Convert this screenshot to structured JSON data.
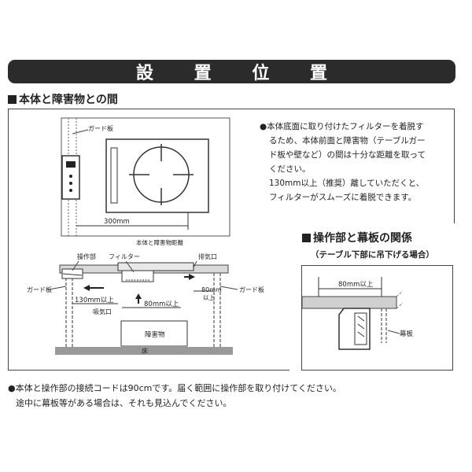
{
  "title": "設 置 位 置",
  "section_main": {
    "heading": "本体と障害物との間"
  },
  "top_diagram": {
    "guard_label": "ガード板",
    "dimension_label": "300mm",
    "caption": "本体と障害物距離"
  },
  "note": {
    "bullet": "●",
    "lines": [
      "本体底面に取り付けたフィルターを着脱す",
      "るため、本体前面と障害物（テーブルガー",
      "ド板や壁など）の間は十分な距離を取って",
      "ください。",
      "130mm以上（推奨）離していただくと、",
      "フィルターがスムーズに着脱できます。"
    ]
  },
  "side_diagram": {
    "control_label": "操作部",
    "filter_label": "フィルター",
    "exhaust_label": "排気口",
    "guard_left_label": "ガード板",
    "guard_right_label": "ガード板",
    "dim_130_label": "130mm以上",
    "dim_80_label": "80mm以上",
    "dim_80_right_top": "80mm",
    "dim_80_right_bottom": "以上",
    "intake_label": "吸気口",
    "obstacle_label": "障害物",
    "floor_label": "床"
  },
  "section_sub": {
    "heading": "操作部と幕板の関係",
    "subheading": "（テーブル下部に吊下げる場合）",
    "dim_label": "80mm以上",
    "panel_label": "幕板"
  },
  "footer": {
    "bullet": "●",
    "line1": "本体と操作部の接続コードは90cmです。届く範囲に操作部を取り付けてください。",
    "line2": "途中に幕板等がある場合は、それも見込んでください。"
  }
}
